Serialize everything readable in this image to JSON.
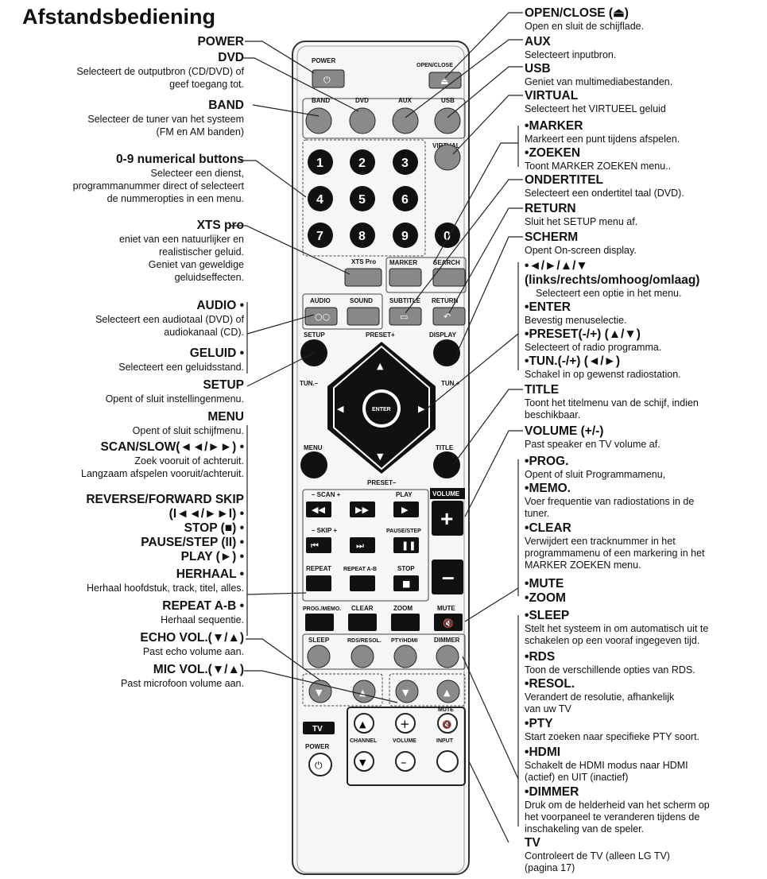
{
  "page_title": "Afstandsbediening",
  "left": [
    {
      "h": "POWER"
    },
    {
      "h": "DVD",
      "d": [
        "Selecteert de outputbron (CD/DVD) of",
        "geef toegang tot."
      ]
    },
    {
      "h": "BAND",
      "d": [
        "Selecteer de tuner van het systeem",
        "(FM en AM banden)"
      ]
    },
    {
      "h": "0-9 numerical buttons",
      "d": [
        "Selecteer een dienst,",
        "programmanummer direct of selecteert",
        "de nummeropties in een menu."
      ]
    },
    {
      "h": "XTS pro",
      "d": [
        "eniet van een natuurlijker en",
        "realistischer geluid.",
        "Geniet van geweldige",
        "geluidseffecten."
      ]
    },
    {
      "h": "AUDIO",
      "d": [
        "Selecteert een audiotaal (DVD) of",
        "audiokanaal (CD)."
      ]
    },
    {
      "h": "GELUID",
      "d": [
        "Selecteert een geluidsstand."
      ]
    },
    {
      "h": "SETUP",
      "d": [
        "Opent of sluit instellingenmenu."
      ]
    },
    {
      "h": "MENU",
      "d": [
        "Opent of sluit schijfmenu."
      ]
    },
    {
      "h": "SCAN/SLOW(◄◄/►►)",
      "d": [
        "Zoek vooruit of achteruit.",
        "Langzaam afspelen vooruit/achteruit."
      ]
    },
    {
      "h": "REVERSE/FORWARD SKIP"
    },
    {
      "h": "(I◄◄/►►I)"
    },
    {
      "h": "STOP (■)"
    },
    {
      "h": "PAUSE/STEP (II)"
    },
    {
      "h": "PLAY (►)"
    },
    {
      "h": "HERHAAL",
      "d": [
        "Herhaal hoofdstuk, track, titel, alles."
      ]
    },
    {
      "h": "REPEAT A-B",
      "d": [
        "Herhaal sequentie."
      ]
    },
    {
      "h": "ECHO VOL.(▼/▲)",
      "d": [
        "Past echo volume aan."
      ]
    },
    {
      "h": "MIC VOL.(▼/▲)",
      "d": [
        "Past microfoon volume aan."
      ]
    }
  ],
  "right": [
    {
      "h": "OPEN/CLOSE (⏏)",
      "d": [
        "Open en sluit de schijflade."
      ]
    },
    {
      "h": "AUX",
      "d": [
        "Selecteert inputbron."
      ]
    },
    {
      "h": "USB",
      "d": [
        "Geniet van multimediabestanden."
      ]
    },
    {
      "h": "VIRTUAL",
      "d": [
        "Selecteert het VIRTUEEL geluid"
      ]
    },
    {
      "h": "MARKER",
      "d": [
        "Markeert een punt tijdens afspelen."
      ]
    },
    {
      "h": "ZOEKEN",
      "d": [
        "Toont MARKER ZOEKEN menu.."
      ]
    },
    {
      "h": "ONDERTITEL",
      "d": [
        "Selecteert een ondertitel taal (DVD)."
      ]
    },
    {
      "h": "RETURN",
      "d": [
        "Sluit het SETUP menu af."
      ]
    },
    {
      "h": "SCHERM",
      "d": [
        "Opent On-screen display."
      ]
    },
    {
      "h": "◄/►/▲/▼"
    },
    {
      "h": "(links/rechts/omhoog/omlaag)",
      "d": [
        "Selecteert een optie in het menu."
      ]
    },
    {
      "h": "ENTER",
      "d": [
        "Bevestig menuselectie."
      ]
    },
    {
      "h": "PRESET(-/+) (▲/▼)",
      "d": [
        "Selecteert of radio programma."
      ]
    },
    {
      "h": "TUN.(-/+) (◄/►)",
      "d": [
        "Schakel in op gewenst radiostation."
      ]
    },
    {
      "h": "TITLE",
      "d": [
        "Toont het titelmenu van de schijf, indien",
        "beschikbaar."
      ]
    },
    {
      "h": "VOLUME (+/-)",
      "d": [
        "Past speaker en TV volume af."
      ]
    },
    {
      "h": "PROG.",
      "d": [
        "Opent of sluit Programmamenu,"
      ]
    },
    {
      "h": "MEMO.",
      "d": [
        "Voer frequentie van radiostations in de",
        "tuner."
      ]
    },
    {
      "h": "CLEAR",
      "d": [
        "Verwijdert een tracknummer in het",
        "programmamenu of een markering in het",
        "MARKER ZOEKEN menu."
      ]
    },
    {
      "h": "MUTE"
    },
    {
      "h": "ZOOM"
    },
    {
      "h": "SLEEP",
      "d": [
        "Stelt het systeem in om automatisch uit te",
        "schakelen op een vooraf ingegeven tijd."
      ]
    },
    {
      "h": "RDS",
      "d": [
        "Toon de verschillende opties van RDS."
      ]
    },
    {
      "h": "RESOL.",
      "d": [
        "Verandert de resolutie, afhankelijk",
        "van uw TV"
      ]
    },
    {
      "h": "PTY",
      "d": [
        "Start zoeken naar specifieke PTY soort."
      ]
    },
    {
      "h": "HDMI",
      "d": [
        "Schakelt de HDMI modus naar HDMI",
        "(actief) en UIT (inactief)"
      ]
    },
    {
      "h": "DIMMER",
      "d": [
        "Druk om de helderheid van het scherm op",
        "het voorpaneel te veranderen tijdens de",
        "inschakeling van de speler."
      ]
    },
    {
      "h": "TV",
      "d": [
        "Controleert de TV (alleen LG TV)",
        "(pagina 17)"
      ]
    }
  ],
  "remote_labels": {
    "power": "POWER",
    "open_close": "OPEN/CLOSE",
    "band": "BAND",
    "dvd": "DVD",
    "aux": "AUX",
    "usb": "USB",
    "virtual": "VIRTUAL",
    "xts_pro": "XTS Pro",
    "marker": "MARKER",
    "search": "SEARCH",
    "audio": "AUDIO",
    "sound": "SOUND",
    "subtitle": "SUBTITLE",
    "return": "RETURN",
    "setup": "SETUP",
    "preset_plus": "PRESET+",
    "display": "DISPLAY",
    "tun_minus": "TUN.–",
    "tun_plus": "TUN.+",
    "enter": "ENTER",
    "menu": "MENU",
    "title": "TITLE",
    "preset_minus": "PRESET–",
    "scan": "SCAN",
    "play": "PLAY",
    "skip": "SKIP",
    "pause_step": "PAUSE/STEP",
    "volume": "VOLUME",
    "repeat": "REPEAT",
    "repeat_ab": "REPEAT A-B",
    "stop": "STOP",
    "prog_memo": "PROG./MEMO.",
    "clear": "CLEAR",
    "zoom": "ZOOM",
    "mute": "MUTE",
    "sleep": "SLEEP",
    "rds_resol": "RDS/RESOL.",
    "pty_hdmi": "PTY/HDMI",
    "dimmer": "DIMMER",
    "tv": "TV",
    "tv_power": "POWER",
    "channel": "CHANNEL",
    "tv_volume": "VOLUME",
    "input": "INPUT",
    "tv_mute": "MUTE"
  },
  "numbers": [
    "1",
    "2",
    "3",
    "4",
    "5",
    "6",
    "7",
    "8",
    "9",
    "0"
  ]
}
